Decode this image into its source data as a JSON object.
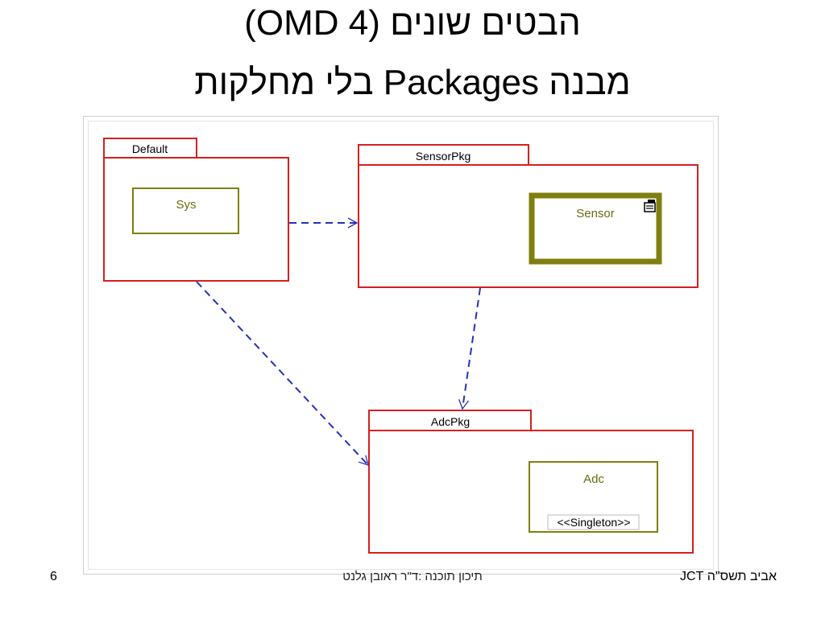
{
  "title": {
    "line1": "הבטים שונים (OMD 4)",
    "line2": "מבנה Packages בלי מחלקות"
  },
  "diagram": {
    "packages": [
      {
        "name": "Default"
      },
      {
        "name": "SensorPkg"
      },
      {
        "name": "AdcPkg"
      }
    ],
    "classes": [
      {
        "name": "Sys",
        "package": "Default"
      },
      {
        "name": "Sensor",
        "package": "SensorPkg",
        "active": true,
        "icon": "active-class-icon"
      },
      {
        "name": "Adc",
        "package": "AdcPkg",
        "stereotype": "<<Singleton>>"
      }
    ],
    "dependencies": [
      {
        "from": "Default",
        "to": "SensorPkg"
      },
      {
        "from": "SensorPkg",
        "to": "AdcPkg"
      },
      {
        "from": "Default",
        "to": "AdcPkg"
      }
    ],
    "colors": {
      "package_border": "#d42020",
      "class_border": "#7f7f10",
      "class_text": "#6b6b10",
      "dependency": "#2233bb"
    }
  },
  "footer": {
    "page_number": "6",
    "center": "תיכון תוכנה :ד\"ר ראובן גלנט",
    "right": "אביב תשס\"ה JCT"
  }
}
